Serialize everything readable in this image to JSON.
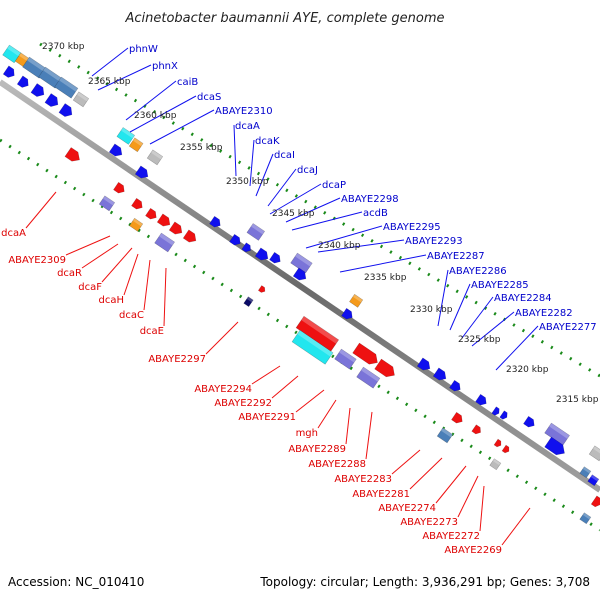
{
  "title": "Acinetobacter baumannii AYE, complete genome",
  "footer": {
    "accession": "Accession: NC_010410",
    "summary": "Topology: circular; Length: 3,936,291 bp; Genes: 3,708"
  },
  "scale_labels": [
    "2370 kbp",
    "2365 kbp",
    "2360 kbp",
    "2355 kbp",
    "2350 kbp",
    "2345 kbp",
    "2340 kbp",
    "2335 kbp",
    "2330 kbp",
    "2325 kbp",
    "2320 kbp",
    "2315 kbp"
  ],
  "forward_labels": [
    "phnW",
    "phnX",
    "caiB",
    "dcaS",
    "ABAYE2310",
    "dcaA",
    "dcaK",
    "dcaI",
    "dcaJ",
    "dcaP",
    "ABAYE2298",
    "acdB",
    "ABAYE2295",
    "ABAYE2293",
    "ABAYE2287",
    "ABAYE2286",
    "ABAYE2285",
    "ABAYE2284",
    "ABAYE2282",
    "ABAYE2277"
  ],
  "reverse_labels": [
    "dcaA",
    "ABAYE2309",
    "dcaR",
    "dcaF",
    "dcaH",
    "dcaC",
    "dcaE",
    "ABAYE2297",
    "ABAYE2294",
    "ABAYE2292",
    "ABAYE2291",
    "mgh",
    "ABAYE2289",
    "ABAYE2288",
    "ABAYE2283",
    "ABAYE2281",
    "ABAYE2274",
    "ABAYE2273",
    "ABAYE2272",
    "ABAYE2269"
  ],
  "colors": {
    "forward_cds": "#1010ee",
    "reverse_cds": "#ee1111",
    "blast_hit": "#7a74d8",
    "cyan_feature": "#22e6ee",
    "orange_feature": "#f59a1a",
    "steel_feature": "#4a7fb8",
    "grey_feature": "#bbbbbb",
    "backbone": "#777777",
    "scale_dots": "#1a8a1a"
  }
}
